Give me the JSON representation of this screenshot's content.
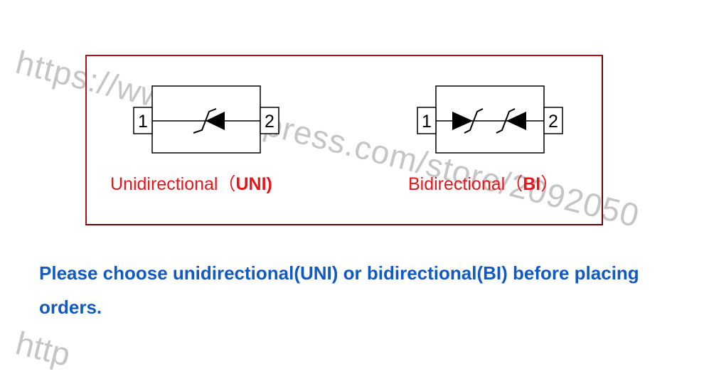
{
  "diagram": {
    "uni": {
      "pin1": "1",
      "pin2": "2",
      "label_text": "Unidirectional",
      "label_paren_open": "（",
      "label_abbr": "UNI",
      "label_paren_close": ")"
    },
    "bi": {
      "pin1": "1",
      "pin2": "2",
      "label_text": "Bidirectional",
      "label_paren_open": "（",
      "label_abbr": "BI",
      "label_paren_close": "）"
    }
  },
  "note": "Please choose unidirectional(UNI) or bidirectional(BI) before placing orders.",
  "watermark": "https://www.aliexpress.com/store/2092050",
  "watermark_fragment": "http",
  "colors": {
    "frame": "#b1121a",
    "label": "#e8151b",
    "note": "#1359c5"
  }
}
